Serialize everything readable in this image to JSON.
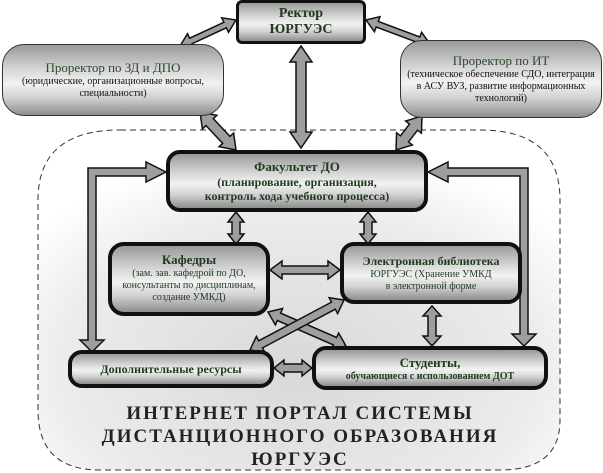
{
  "rector": {
    "title": "Ректор",
    "org": "ЮРГУЭС"
  },
  "prorector_zd": {
    "title": "Проректор по ЗД и ДПО",
    "subtitle": "(юридические, организационные вопросы, специальности)"
  },
  "prorector_it": {
    "title": "Проректор по ИТ",
    "subtitle": "(техническое обеспечение СДО, интеграция в АСУ ВУЗ, развитие информационных технологий)"
  },
  "faculty": {
    "title": "Факультет ДО",
    "subtitle_line1": "(планирование, организация,",
    "subtitle_line2": "контроль хода  учебного процесса)"
  },
  "departments": {
    "title": "Кафедры",
    "subtitle": "(зам. зав. кафедрой по ДО, консультанты по дисциплинам, создание УМКД)"
  },
  "library": {
    "title": "Электронная библиотека",
    "subtitle_line1": "ЮРГУЭС (Хранение УМКД",
    "subtitle_line2": "в электронной форме"
  },
  "resources": {
    "title": "Дополнительные ресурсы"
  },
  "students": {
    "title": "Студенты,",
    "subtitle": "обучающиеся с использованием ДОТ"
  },
  "portal": {
    "line1": "ИНТЕРНЕТ   ПОРТАЛ   СИСТЕМЫ",
    "line2": "ДИСТАНЦИОННОГО   ОБРАЗОВАНИЯ",
    "line3": "ЮРГУЭС"
  },
  "colors": {
    "arrow_fill": "#9e9e9e",
    "arrow_stroke": "#111111",
    "box_text": "#1f3a1f",
    "portal_shade": "#e9e9e9"
  }
}
